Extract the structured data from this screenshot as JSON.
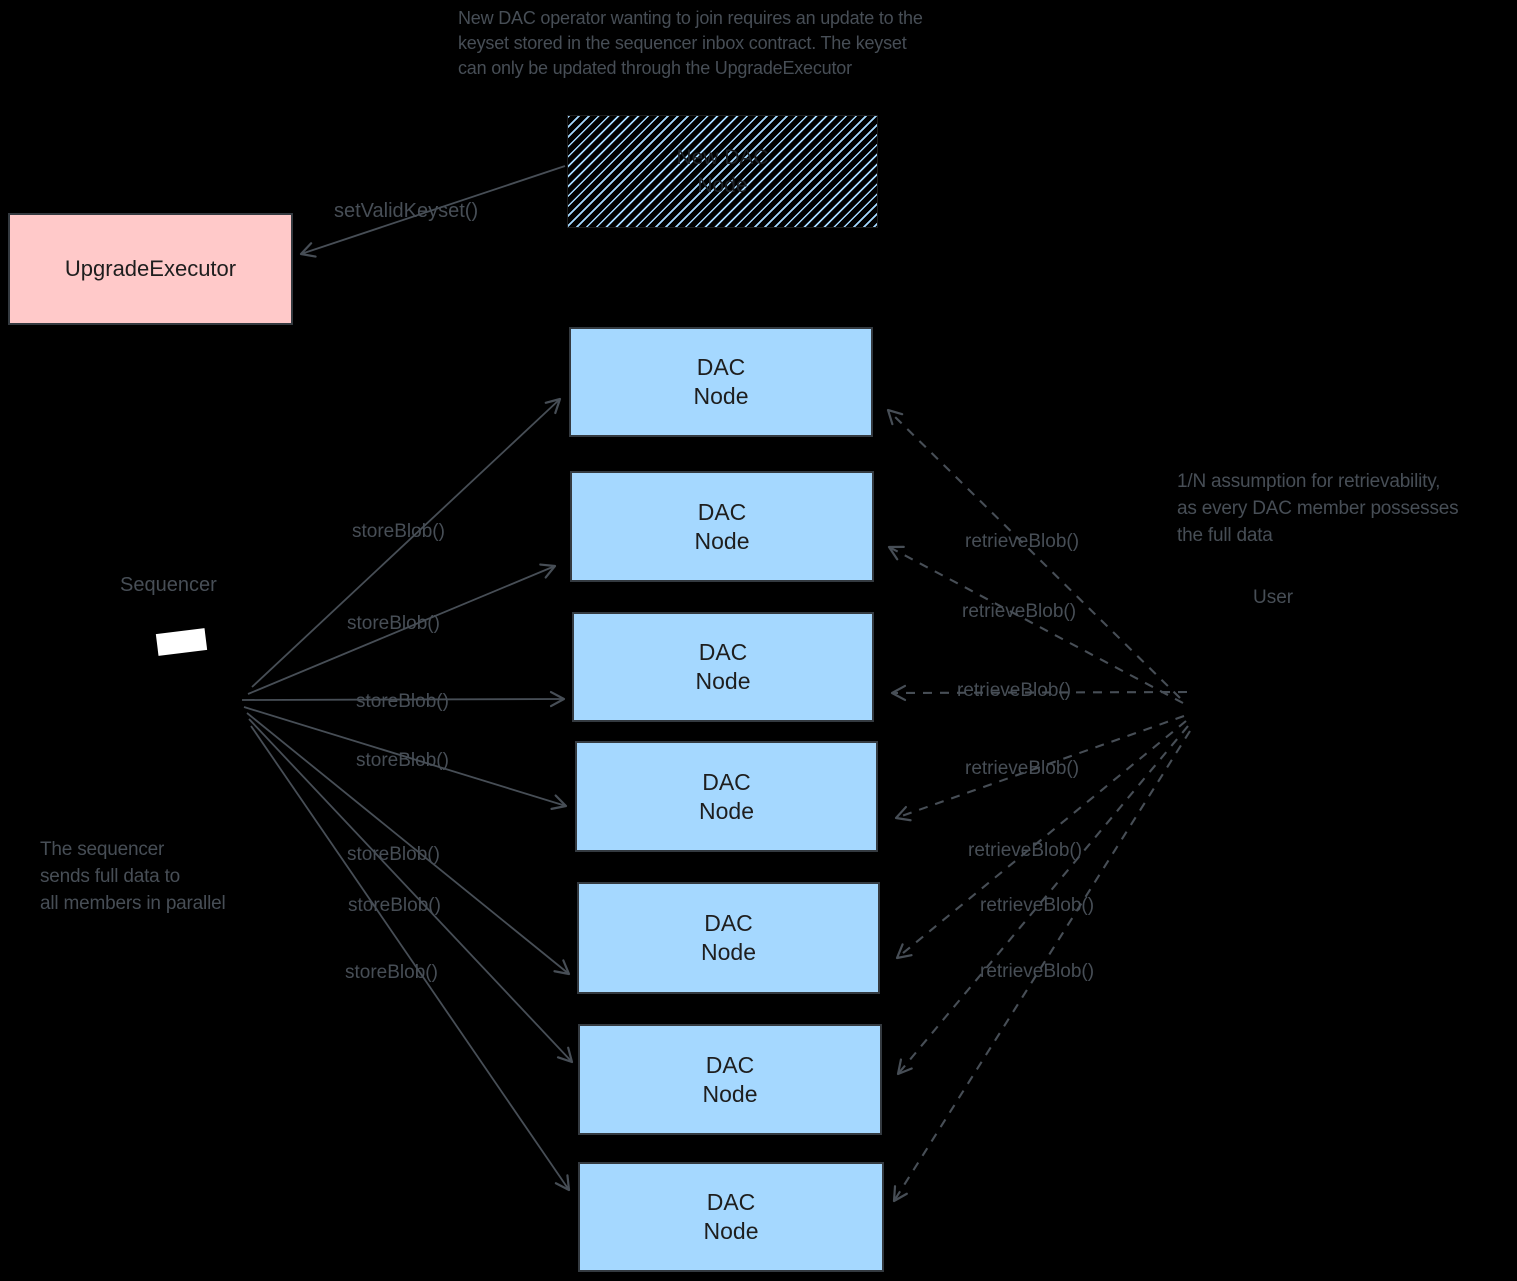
{
  "colors": {
    "background": "#000000",
    "dac_node_fill": "#a5d8ff",
    "upgrade_executor_fill": "#ffc9c9",
    "box_border": "#343a40",
    "box_text": "#1e1e1e",
    "annotation_gray": "#474e56",
    "sequencer_icon_fill": "#ffffff"
  },
  "notes": {
    "top": "New DAC operator wanting to join requires an update to the\nkeyset stored in the sequencer inbox contract. The keyset\ncan only be updated through the UpgradeExecutor",
    "left": "The sequencer\nsends full data to\nall members in parallel",
    "right": "1/N assumption for retrievability,\nas every DAC member possesses\nthe full data"
  },
  "boxes": {
    "upgrade_executor": "UpgradeExecutor",
    "new_dac_node": "New DAC\nNode",
    "dac_nodes": [
      "DAC\nNode",
      "DAC\nNode",
      "DAC\nNode",
      "DAC\nNode",
      "DAC\nNode",
      "DAC\nNode",
      "DAC\nNode"
    ]
  },
  "labels": {
    "sequencer": "Sequencer",
    "user": "User",
    "set_valid_keyset": "setValidKeyset()",
    "store_blob": [
      "storeBlob()",
      "storeBlob()",
      "storeBlob()",
      "storeBlob()",
      "storeBlob()",
      "storeBlob()",
      "storeBlob()"
    ],
    "retrieve_blob": [
      "retrieveBlob()",
      "retrieveBlob()",
      "retrieveBlob()",
      "retrieveBlob()",
      "retrieveBlob()",
      "retrieveBlob()",
      "retrieveBlob()"
    ]
  }
}
